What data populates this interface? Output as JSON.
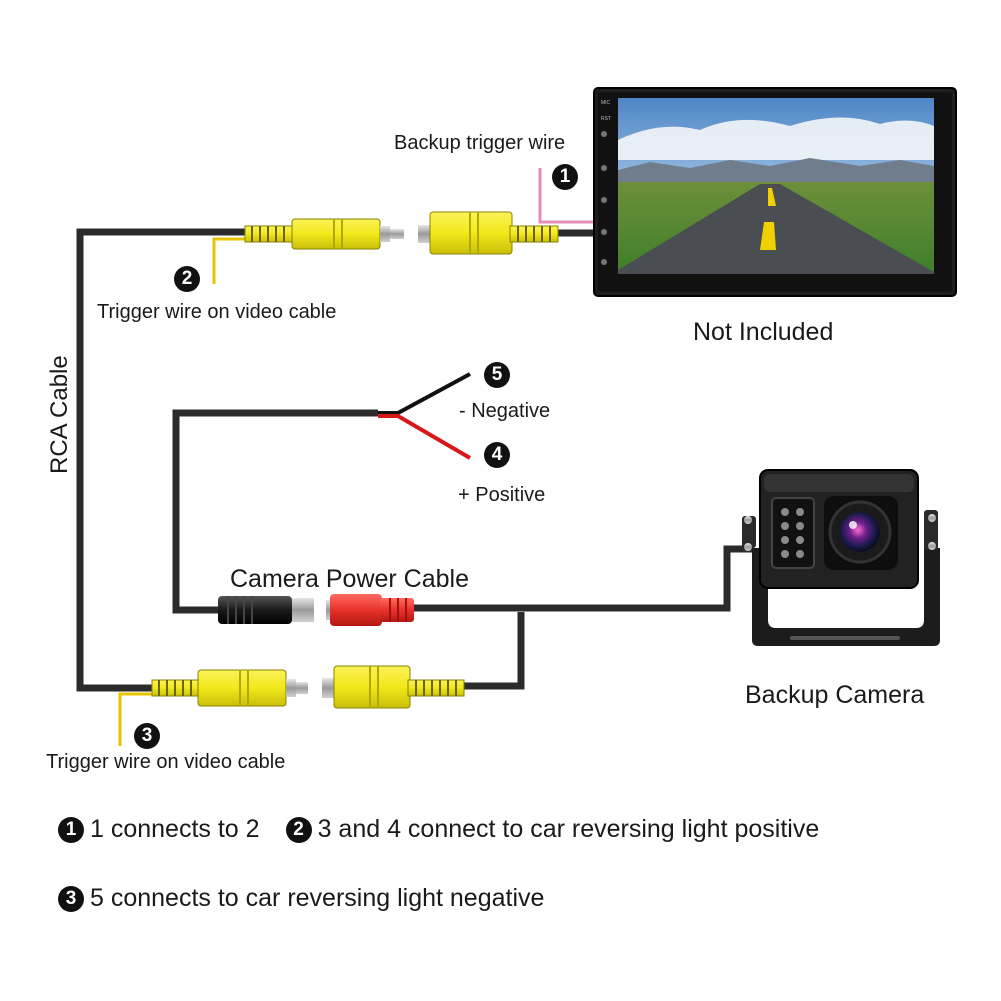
{
  "labels": {
    "backup_trigger_wire": "Backup trigger wire",
    "trigger_wire_top": "Trigger wire on video cable",
    "not_included": "Not Included",
    "rca_cable": "RCA Cable",
    "negative": "- Negative",
    "positive": "+ Positive",
    "camera_power_cable": "Camera Power Cable",
    "backup_camera": "Backup Camera",
    "trigger_wire_bottom": "Trigger wire on video cable"
  },
  "markers": {
    "m1": "1",
    "m2": "2",
    "m3": "3",
    "m4": "4",
    "m5": "5"
  },
  "monitor_buttons": [
    "MIC",
    "RST"
  ],
  "legend": [
    {
      "num": "1",
      "text": "1 connects to 2"
    },
    {
      "num": "2",
      "text": "3 and 4 connect to car reversing light positive"
    },
    {
      "num": "3",
      "text": "5 connects to car reversing light negative"
    }
  ],
  "colors": {
    "cable": "#2b2b2b",
    "rca_yellow": "#f2e81a",
    "trigger_wire": "#e8c400",
    "backup_wire_pink": "#e58cb8",
    "power_red": "#e8322a",
    "power_black": "#1a1a1a",
    "positive_wire": "#d81818"
  }
}
